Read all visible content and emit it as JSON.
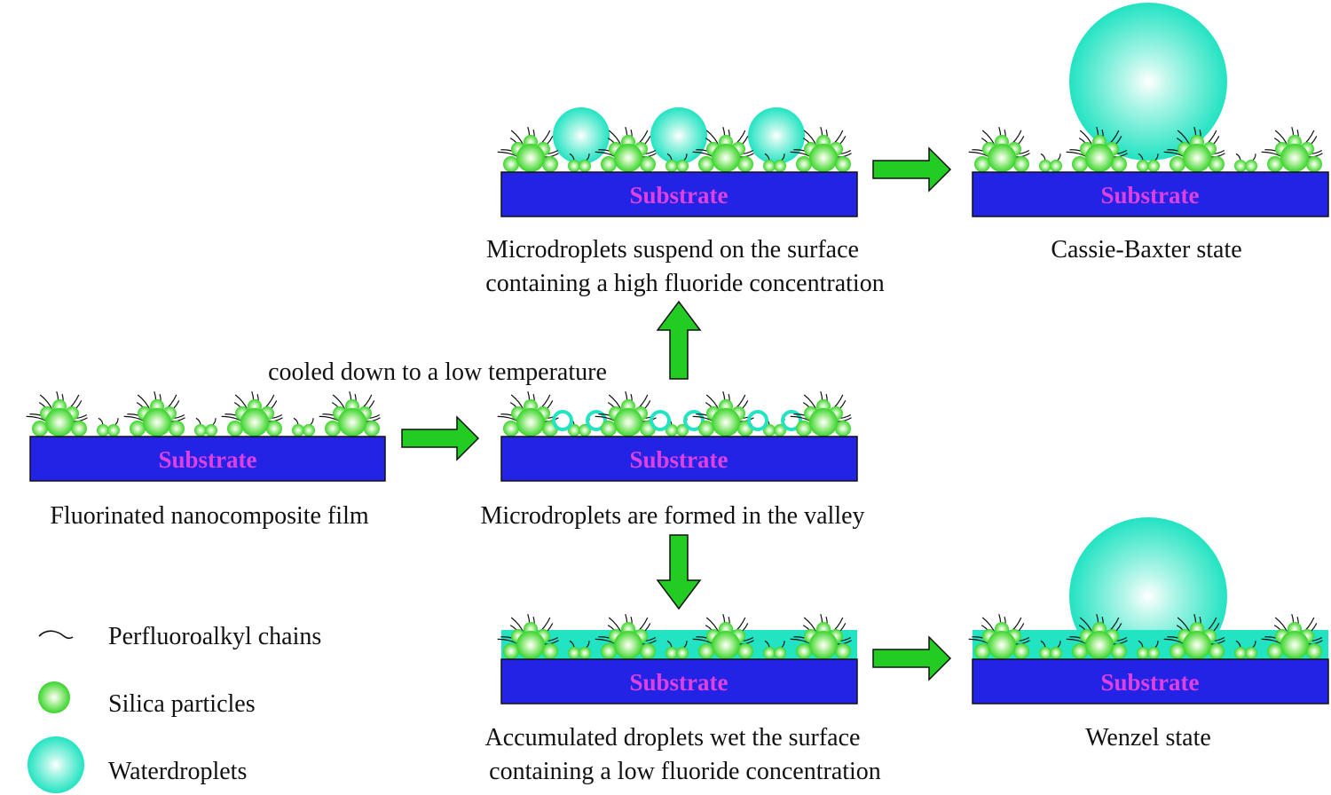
{
  "colors": {
    "substrate": "#2323e6",
    "substrate_label": "#e040e0",
    "silica": "#39d42a",
    "water": "#22e3c2",
    "arrow": "#22cc22",
    "chain": "#111111"
  },
  "panels": {
    "initial": {
      "substrate_label": "Substrate",
      "caption": "Fluorinated nanocomposite film"
    },
    "valley": {
      "substrate_label": "Substrate",
      "caption": "Microdroplets are formed in the valley"
    },
    "suspend": {
      "substrate_label": "Substrate",
      "caption_line1": "Microdroplets suspend on the  surface",
      "caption_line2": "containing a high fluoride concentration"
    },
    "cassie": {
      "substrate_label": "Substrate",
      "caption": "Cassie-Baxter state"
    },
    "accumulated": {
      "substrate_label": "Substrate",
      "caption_line1": "Accumulated droplets wet the surface",
      "caption_line2": "containing a  low fluoride concentration"
    },
    "wenzel": {
      "substrate_label": "Substrate",
      "caption": "Wenzel state"
    }
  },
  "arrows": {
    "cool_label": "cooled down to a low temperature"
  },
  "legend": {
    "chains": "Perfluoroalkyl chains",
    "silica": "Silica particles",
    "water": "Waterdroplets"
  }
}
